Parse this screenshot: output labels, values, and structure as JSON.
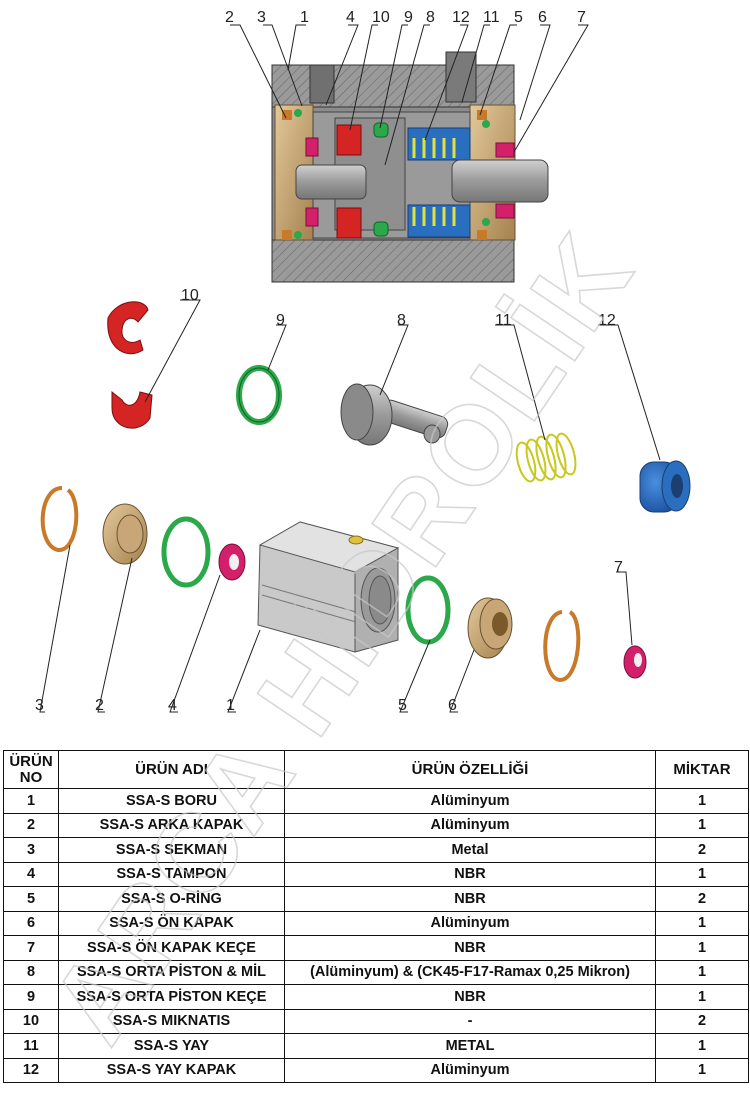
{
  "watermark": "ARCA HİDROLİK",
  "callouts": [
    "1",
    "2",
    "3",
    "4",
    "5",
    "6",
    "7",
    "8",
    "9",
    "10",
    "11",
    "12"
  ],
  "table": {
    "headers": [
      "ÜRÜN NO",
      "ÜRÜN ADI",
      "ÜRÜN ÖZELLİĞİ",
      "MİKTAR"
    ],
    "rows": [
      [
        "1",
        "SSA-S  BORU",
        "Alüminyum",
        "1"
      ],
      [
        "2",
        "SSA-S  ARKA KAPAK",
        "Alüminyum",
        "1"
      ],
      [
        "3",
        "SSA-S  SEKMAN",
        "Metal",
        "2"
      ],
      [
        "4",
        "SSA-S  TAMPON",
        "NBR",
        "1"
      ],
      [
        "5",
        "SSA-S  O-RİNG",
        "NBR",
        "2"
      ],
      [
        "6",
        "SSA-S  ÖN KAPAK",
        "Alüminyum",
        "1"
      ],
      [
        "7",
        "SSA-S  ÖN KAPAK KEÇE",
        "NBR",
        "1"
      ],
      [
        "8",
        "SSA-S ORTA PİSTON & MİL",
        "(Alüminyum) & (CK45-F17-Ramax 0,25 Mikron)",
        "1"
      ],
      [
        "9",
        "SSA-S  ORTA PİSTON KEÇE",
        "NBR",
        "1"
      ],
      [
        "10",
        "SSA-S  MIKNATIS",
        "-",
        "2"
      ],
      [
        "11",
        "SSA-S  YAY",
        "METAL",
        "1"
      ],
      [
        "12",
        "SSA-S  YAY KAPAK",
        "Alüminyum",
        "1"
      ]
    ]
  },
  "colors": {
    "aluminium": "#a8a8a8",
    "brass": "#c8a678",
    "magnet_red": "#d42424",
    "oring_green": "#2aa84a",
    "snap_ring": "#c87a2a",
    "seal_magenta": "#d4206a",
    "spring_yellow": "#e0e040",
    "spring_cap_blue": "#2a6fbf"
  }
}
